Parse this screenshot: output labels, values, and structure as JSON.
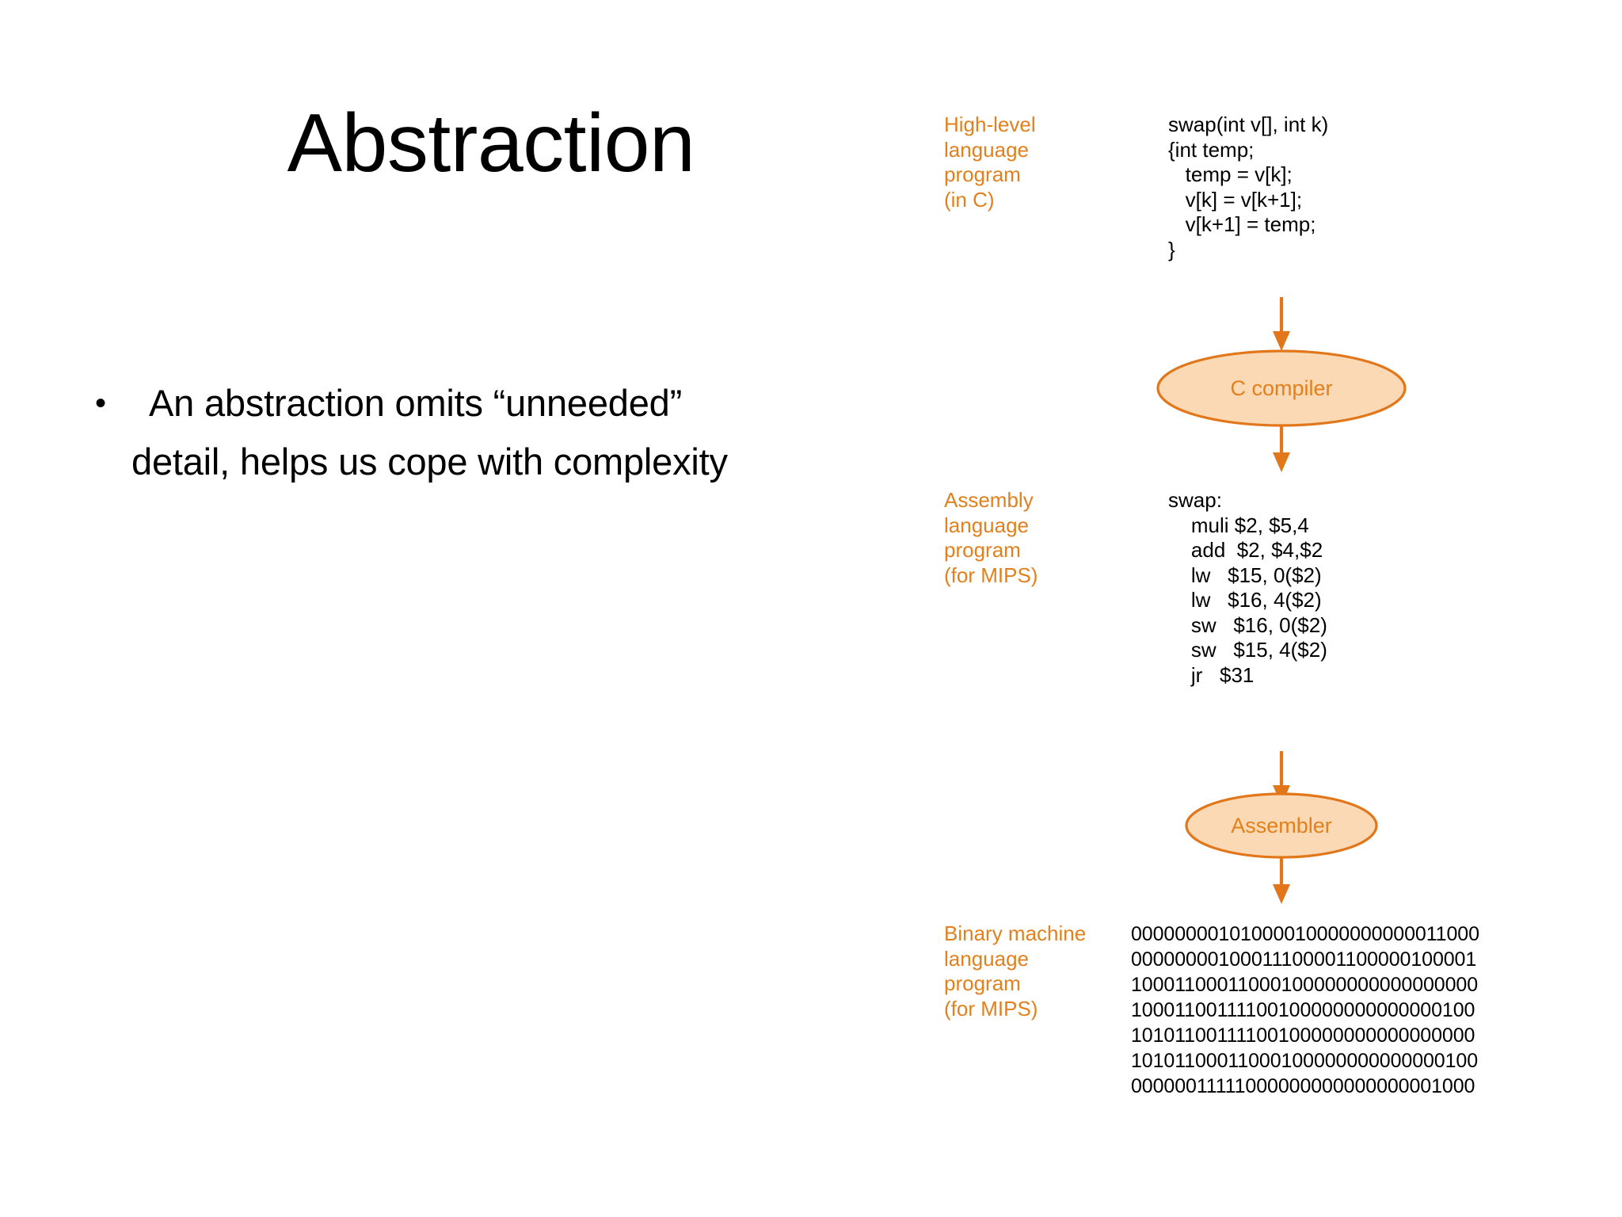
{
  "slide": {
    "title": "Abstraction",
    "bullet": {
      "marker": "•",
      "line1": "An abstraction omits “unneeded”",
      "line2": "detail, helps us cope with complexity"
    }
  },
  "colors": {
    "accent_orange": "#E1801C",
    "ellipse_stroke": "#E1771A",
    "ellipse_fill": "#FBD9B5",
    "text_black": "#000000",
    "background": "#FFFFFF"
  },
  "diagram": {
    "stages": [
      {
        "id": "high-level",
        "label": "High-level\nlanguage\nprogram\n(in C)",
        "code": "swap(int v[], int k)\n{int temp;\n   temp = v[k];\n   v[k] = v[k+1];\n   v[k+1] = temp;\n}"
      },
      {
        "id": "assembly",
        "label": "Assembly\nlanguage\nprogram\n(for MIPS)",
        "code": "swap:\n    muli $2, $5,4\n    add  $2, $4,$2\n    lw   $15, 0($2)\n    lw   $16, 4($2)\n    sw   $16, 0($2)\n    sw   $15, 4($2)\n    jr   $31"
      },
      {
        "id": "binary",
        "label": "Binary machine\nlanguage\nprogram\n(for MIPS)",
        "code": "00000000101000010000000000011000\n00000000100011100001100000100001\n10001100011000100000000000000000\n10001100111100100000000000000100\n10101100111100100000000000000000\n10101100011000100000000000000100\n00000011111000000000000000001000"
      }
    ],
    "transforms": [
      {
        "id": "c-compiler",
        "label": "C compiler"
      },
      {
        "id": "assembler",
        "label": "Assembler"
      }
    ]
  }
}
